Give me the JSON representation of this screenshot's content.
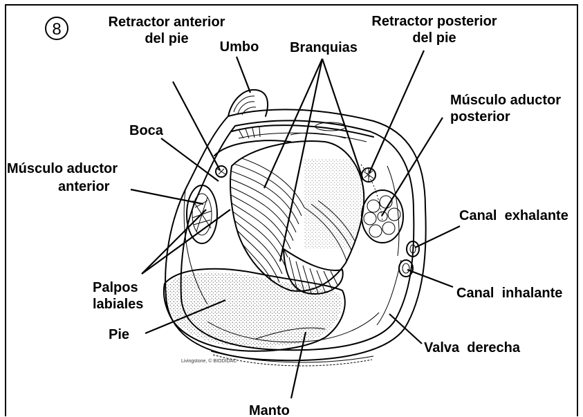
{
  "figure": {
    "number": "8",
    "credit": "Livingstone, © BIODIDAC"
  },
  "labels": {
    "retractor_anterior_1": "Retractor anterior",
    "retractor_anterior_2": "del pie",
    "umbo": "Umbo",
    "branquias": "Branquias",
    "retractor_posterior_1": "Retractor posterior",
    "retractor_posterior_2": "del pie",
    "musculo_aductor_posterior_1": "Músculo aductor",
    "musculo_aductor_posterior_2": "posterior",
    "boca": "Boca",
    "musculo_aductor_anterior_1": "Músculo aductor",
    "musculo_aductor_anterior_2": "anterior",
    "canal_exhalante": "Canal  exhalante",
    "canal_inhalante": "Canal  inhalante",
    "palpos_1": "Palpos",
    "palpos_2": "labiales",
    "pie": "Pie",
    "valva_derecha": "Valva  derecha",
    "manto": "Manto"
  }
}
